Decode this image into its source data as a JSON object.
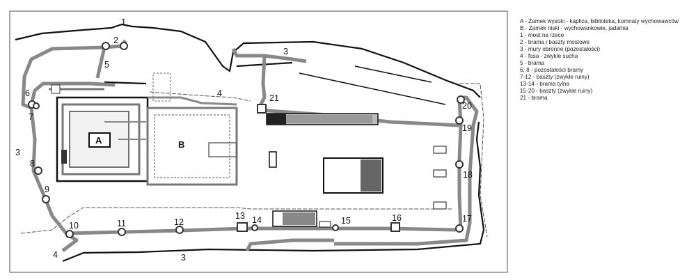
{
  "plan": {
    "area_labels": {
      "A": "A",
      "B": "B"
    },
    "markers": [
      "1",
      "2",
      "3",
      "3",
      "3",
      "4",
      "4",
      "5",
      "6",
      "7",
      "8",
      "9",
      "10",
      "11",
      "12",
      "13",
      "14",
      "15",
      "16",
      "17",
      "18",
      "19",
      "20",
      "21"
    ]
  },
  "legend": [
    "A - Zamek wysoki - kaplica, biblioteka, komnaty wychowawców",
    "B - Zamek niski - wychowankowie, jadalnia",
    "1 - most na rzece",
    "2 - brama i baszty mostowe",
    "3 - mury obronne (pozostałości)",
    "4 - fosa - zwykle sucha",
    "5 - brama",
    "6, 8 - pozostałości bramy",
    "7-12 - baszty (zwykle ruiny)",
    "13-14 - brama tylna",
    "15-20 - baszty (zwykle ruiny)",
    "21 - brama"
  ]
}
